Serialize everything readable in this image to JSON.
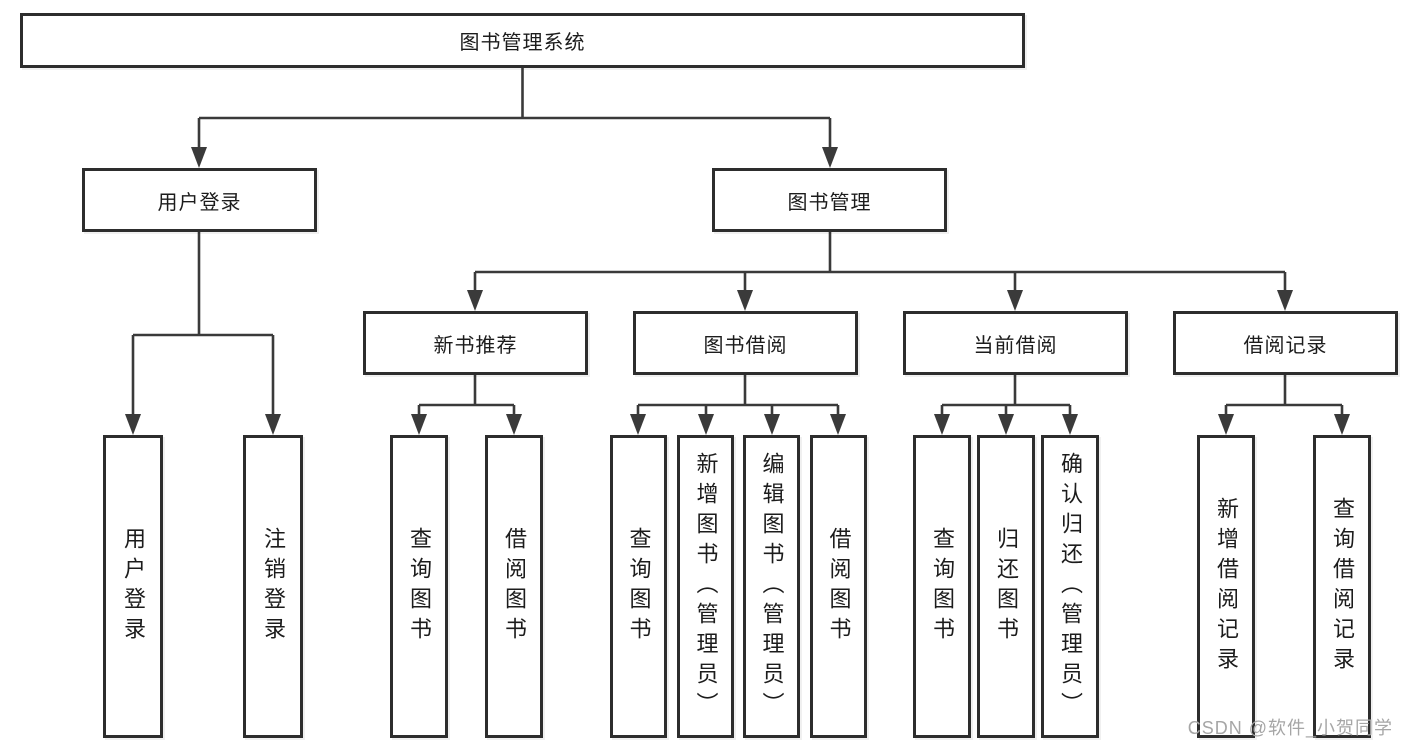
{
  "tree": {
    "root": {
      "label": "图书管理系统"
    },
    "children": [
      {
        "label": "用户登录",
        "children": [
          {
            "label": "用户登录"
          },
          {
            "label": "注销登录"
          }
        ]
      },
      {
        "label": "图书管理",
        "children": [
          {
            "label": "新书推荐",
            "children": [
              {
                "label": "查询图书"
              },
              {
                "label": "借阅图书"
              }
            ]
          },
          {
            "label": "图书借阅",
            "children": [
              {
                "label": "查询图书"
              },
              {
                "label": "新增图书（管理员）"
              },
              {
                "label": "编辑图书（管理员）"
              },
              {
                "label": "借阅图书"
              }
            ]
          },
          {
            "label": "当前借阅",
            "children": [
              {
                "label": "查询图书"
              },
              {
                "label": "归还图书"
              },
              {
                "label": "确认归还（管理员）"
              }
            ]
          },
          {
            "label": "借阅记录",
            "children": [
              {
                "label": "新增借阅记录"
              },
              {
                "label": "查询借阅记录"
              }
            ]
          }
        ]
      }
    ]
  },
  "watermark": {
    "text": "CSDN @软件_小贺同学"
  },
  "colors": {
    "background": "#ffffff",
    "line": "#3a3a3a",
    "box_border": "#2d2d2d",
    "box_fill": "#ffffff",
    "text": "#1c1c1c",
    "watermark": "#a6a6a6"
  }
}
